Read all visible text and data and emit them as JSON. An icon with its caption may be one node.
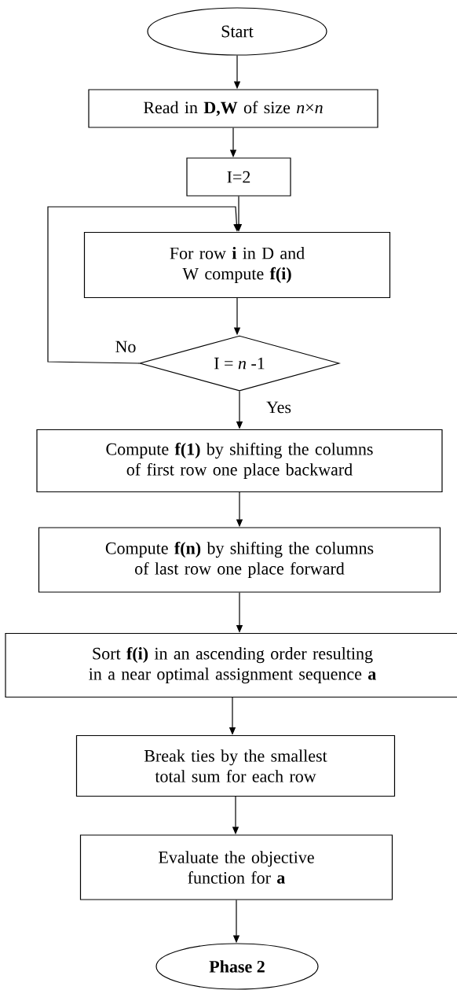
{
  "diagram": {
    "nodes": [
      {
        "text": [
          "Start"
        ]
      },
      {
        "text": [
          "Read in **D,W** of size *n*×*n*"
        ]
      },
      {
        "text": [
          "I=2"
        ]
      },
      {
        "text": [
          "For row **i** in D and W compute **f(i)**"
        ]
      },
      {
        "text": [
          "I = *n* -1"
        ]
      },
      {
        "text": [
          "Compute **f(1)** by shifting the columns of first row one place backward"
        ]
      },
      {
        "text": [
          "Compute **f(n)** by shifting the columns of last row one place forward"
        ]
      },
      {
        "text": [
          "Sort **f(i)** in an ascending order resulting in a near optimal assignment sequence **a**"
        ]
      },
      {
        "text": [
          "Break ties by the smallest total sum for each row"
        ]
      },
      {
        "text": [
          "Evaluate the objective function for **a**"
        ]
      },
      {
        "text": [
          "Phase 2"
        ]
      }
    ],
    "edges": [
      {
        "from": 0,
        "to": 1,
        "arrow": "to"
      },
      {
        "from": 1,
        "to": 2,
        "arrow": "to"
      },
      {
        "from": 2,
        "to": 3,
        "arrow": "to"
      },
      {
        "from": 3,
        "to": 4,
        "arrow": "to"
      },
      {
        "from": 4,
        "to": 5,
        "arrow": "to",
        "label": "Yes"
      },
      {
        "from": 4,
        "to": 3,
        "arrow": "to",
        "label": "No"
      },
      {
        "from": 5,
        "to": 6,
        "arrow": "to"
      },
      {
        "from": 6,
        "to": 7,
        "arrow": "to"
      },
      {
        "from": 7,
        "to": 8,
        "arrow": "to"
      },
      {
        "from": 8,
        "to": 9,
        "arrow": "to"
      },
      {
        "from": 9,
        "to": 10,
        "arrow": "to"
      }
    ]
  }
}
